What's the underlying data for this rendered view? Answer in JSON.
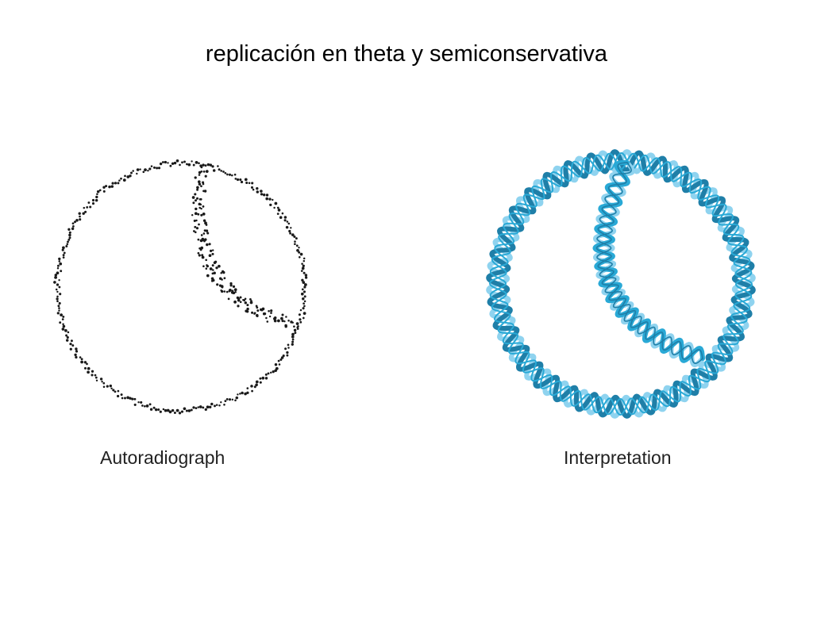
{
  "title": "replicación en theta y semiconservativa",
  "panels": {
    "left": {
      "caption": "Autoradiograph"
    },
    "right": {
      "caption": "Interpretation"
    }
  },
  "colors": {
    "dots": "#1a1a1a",
    "helix_dark": "#1f7fa8",
    "helix_mid": "#29a9d6",
    "helix_light": "#8fd3ef"
  }
}
